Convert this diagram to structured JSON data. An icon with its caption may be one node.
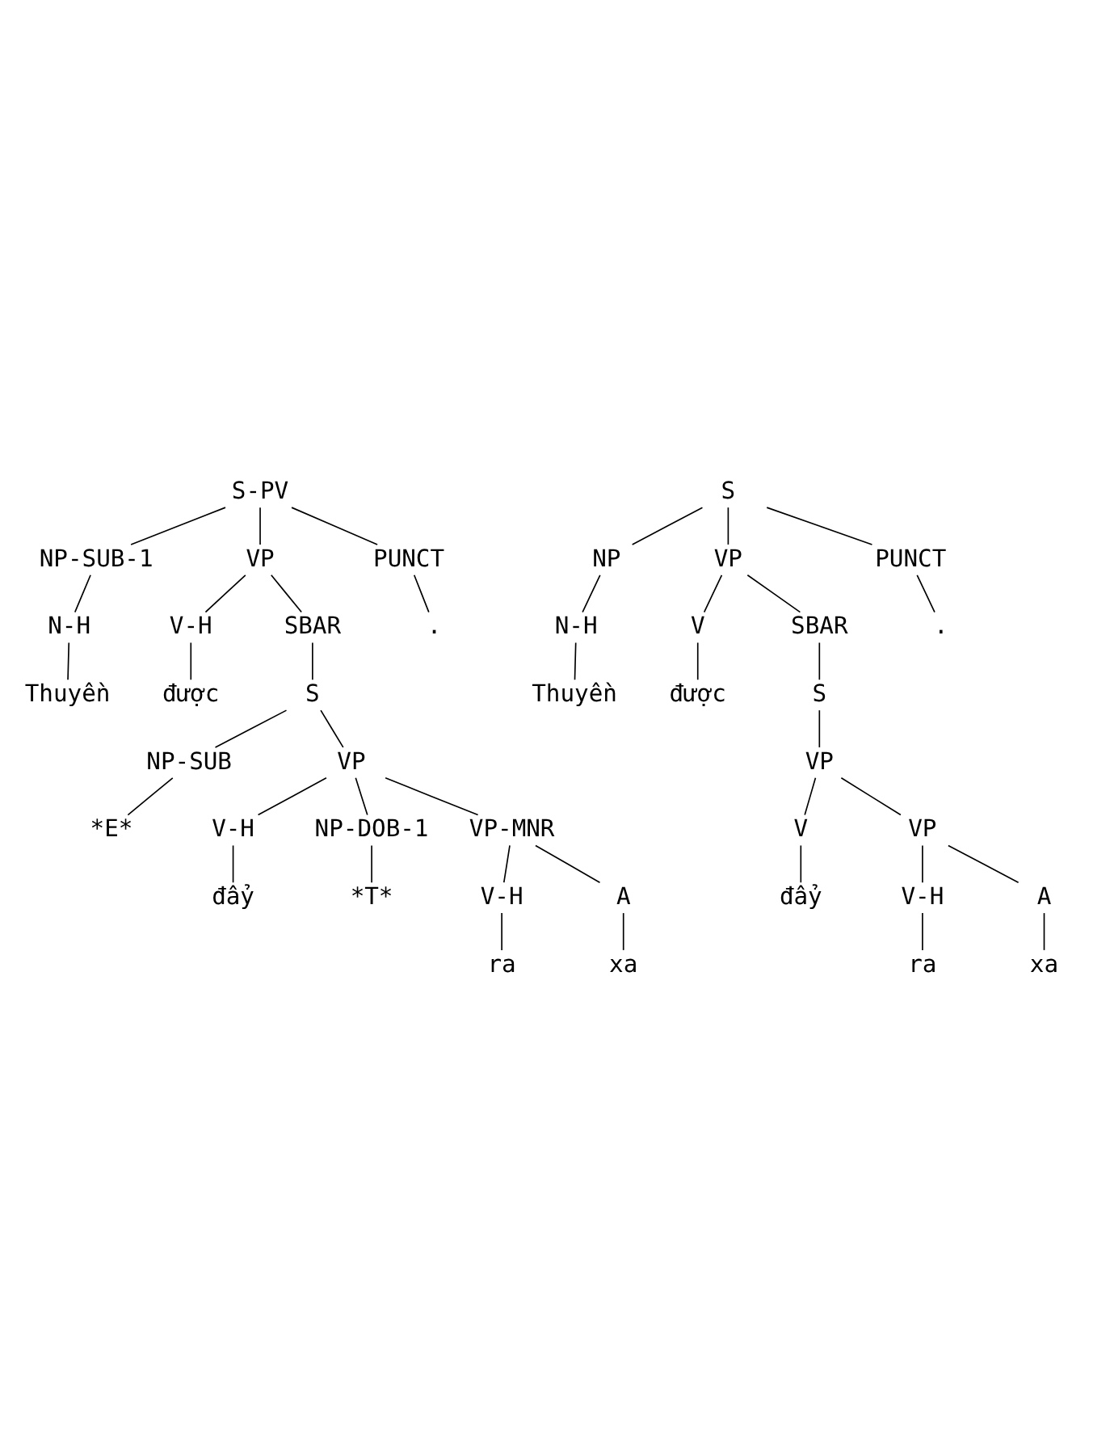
{
  "diagram": {
    "nodes": [
      {
        "text": [
          "S-PV"
        ]
      },
      {
        "text": [
          "NP-SUB-1"
        ]
      },
      {
        "text": [
          "VP"
        ]
      },
      {
        "text": [
          "PUNCT"
        ]
      },
      {
        "text": [
          "N-H"
        ]
      },
      {
        "text": [
          "V-H"
        ]
      },
      {
        "text": [
          "SBAR"
        ]
      },
      {
        "text": [
          "."
        ]
      },
      {
        "text": [
          "Thuyền"
        ]
      },
      {
        "text": [
          "được"
        ]
      },
      {
        "text": [
          "S"
        ]
      },
      {
        "text": [
          "NP-SUB"
        ]
      },
      {
        "text": [
          "VP"
        ]
      },
      {
        "text": [
          "*E*"
        ]
      },
      {
        "text": [
          "V-H"
        ]
      },
      {
        "text": [
          "NP-DOB-1"
        ]
      },
      {
        "text": [
          "VP-MNR"
        ]
      },
      {
        "text": [
          "đẩy"
        ]
      },
      {
        "text": [
          "*T*"
        ]
      },
      {
        "text": [
          "V-H"
        ]
      },
      {
        "text": [
          "A"
        ]
      },
      {
        "text": [
          "ra"
        ]
      },
      {
        "text": [
          "xa"
        ]
      },
      {
        "text": [
          "S"
        ]
      },
      {
        "text": [
          "NP"
        ]
      },
      {
        "text": [
          "VP"
        ]
      },
      {
        "text": [
          "PUNCT"
        ]
      },
      {
        "text": [
          "N-H"
        ]
      },
      {
        "text": [
          "V"
        ]
      },
      {
        "text": [
          "SBAR"
        ]
      },
      {
        "text": [
          "."
        ]
      },
      {
        "text": [
          "Thuyền"
        ]
      },
      {
        "text": [
          "được"
        ]
      },
      {
        "text": [
          "S"
        ]
      },
      {
        "text": [
          "VP"
        ]
      },
      {
        "text": [
          "V"
        ]
      },
      {
        "text": [
          "VP"
        ]
      },
      {
        "text": [
          "đẩy"
        ]
      },
      {
        "text": [
          "V-H"
        ]
      },
      {
        "text": [
          "A"
        ]
      },
      {
        "text": [
          "ra"
        ]
      },
      {
        "text": [
          "xa"
        ]
      }
    ],
    "edges": [
      {
        "from": 0,
        "to": 1,
        "arrow": "none"
      },
      {
        "from": 0,
        "to": 2,
        "arrow": "none"
      },
      {
        "from": 0,
        "to": 3,
        "arrow": "none"
      },
      {
        "from": 1,
        "to": 4,
        "arrow": "none"
      },
      {
        "from": 2,
        "to": 5,
        "arrow": "none"
      },
      {
        "from": 2,
        "to": 6,
        "arrow": "none"
      },
      {
        "from": 3,
        "to": 7,
        "arrow": "none"
      },
      {
        "from": 4,
        "to": 8,
        "arrow": "none"
      },
      {
        "from": 5,
        "to": 9,
        "arrow": "none"
      },
      {
        "from": 6,
        "to": 10,
        "arrow": "none"
      },
      {
        "from": 10,
        "to": 11,
        "arrow": "none"
      },
      {
        "from": 10,
        "to": 12,
        "arrow": "none"
      },
      {
        "from": 11,
        "to": 13,
        "arrow": "none"
      },
      {
        "from": 12,
        "to": 14,
        "arrow": "none"
      },
      {
        "from": 12,
        "to": 15,
        "arrow": "none"
      },
      {
        "from": 12,
        "to": 16,
        "arrow": "none"
      },
      {
        "from": 14,
        "to": 17,
        "arrow": "none"
      },
      {
        "from": 15,
        "to": 18,
        "arrow": "none"
      },
      {
        "from": 16,
        "to": 19,
        "arrow": "none"
      },
      {
        "from": 16,
        "to": 20,
        "arrow": "none"
      },
      {
        "from": 19,
        "to": 21,
        "arrow": "none"
      },
      {
        "from": 20,
        "to": 22,
        "arrow": "none"
      },
      {
        "from": 23,
        "to": 24,
        "arrow": "none"
      },
      {
        "from": 23,
        "to": 25,
        "arrow": "none"
      },
      {
        "from": 23,
        "to": 26,
        "arrow": "none"
      },
      {
        "from": 24,
        "to": 27,
        "arrow": "none"
      },
      {
        "from": 25,
        "to": 28,
        "arrow": "none"
      },
      {
        "from": 25,
        "to": 29,
        "arrow": "none"
      },
      {
        "from": 26,
        "to": 30,
        "arrow": "none"
      },
      {
        "from": 27,
        "to": 31,
        "arrow": "none"
      },
      {
        "from": 28,
        "to": 32,
        "arrow": "none"
      },
      {
        "from": 29,
        "to": 33,
        "arrow": "none"
      },
      {
        "from": 33,
        "to": 34,
        "arrow": "none"
      },
      {
        "from": 34,
        "to": 35,
        "arrow": "none"
      },
      {
        "from": 34,
        "to": 36,
        "arrow": "none"
      },
      {
        "from": 35,
        "to": 37,
        "arrow": "none"
      },
      {
        "from": 36,
        "to": 38,
        "arrow": "none"
      },
      {
        "from": 36,
        "to": 39,
        "arrow": "none"
      },
      {
        "from": 38,
        "to": 40,
        "arrow": "none"
      },
      {
        "from": 39,
        "to": 41,
        "arrow": "none"
      }
    ]
  }
}
